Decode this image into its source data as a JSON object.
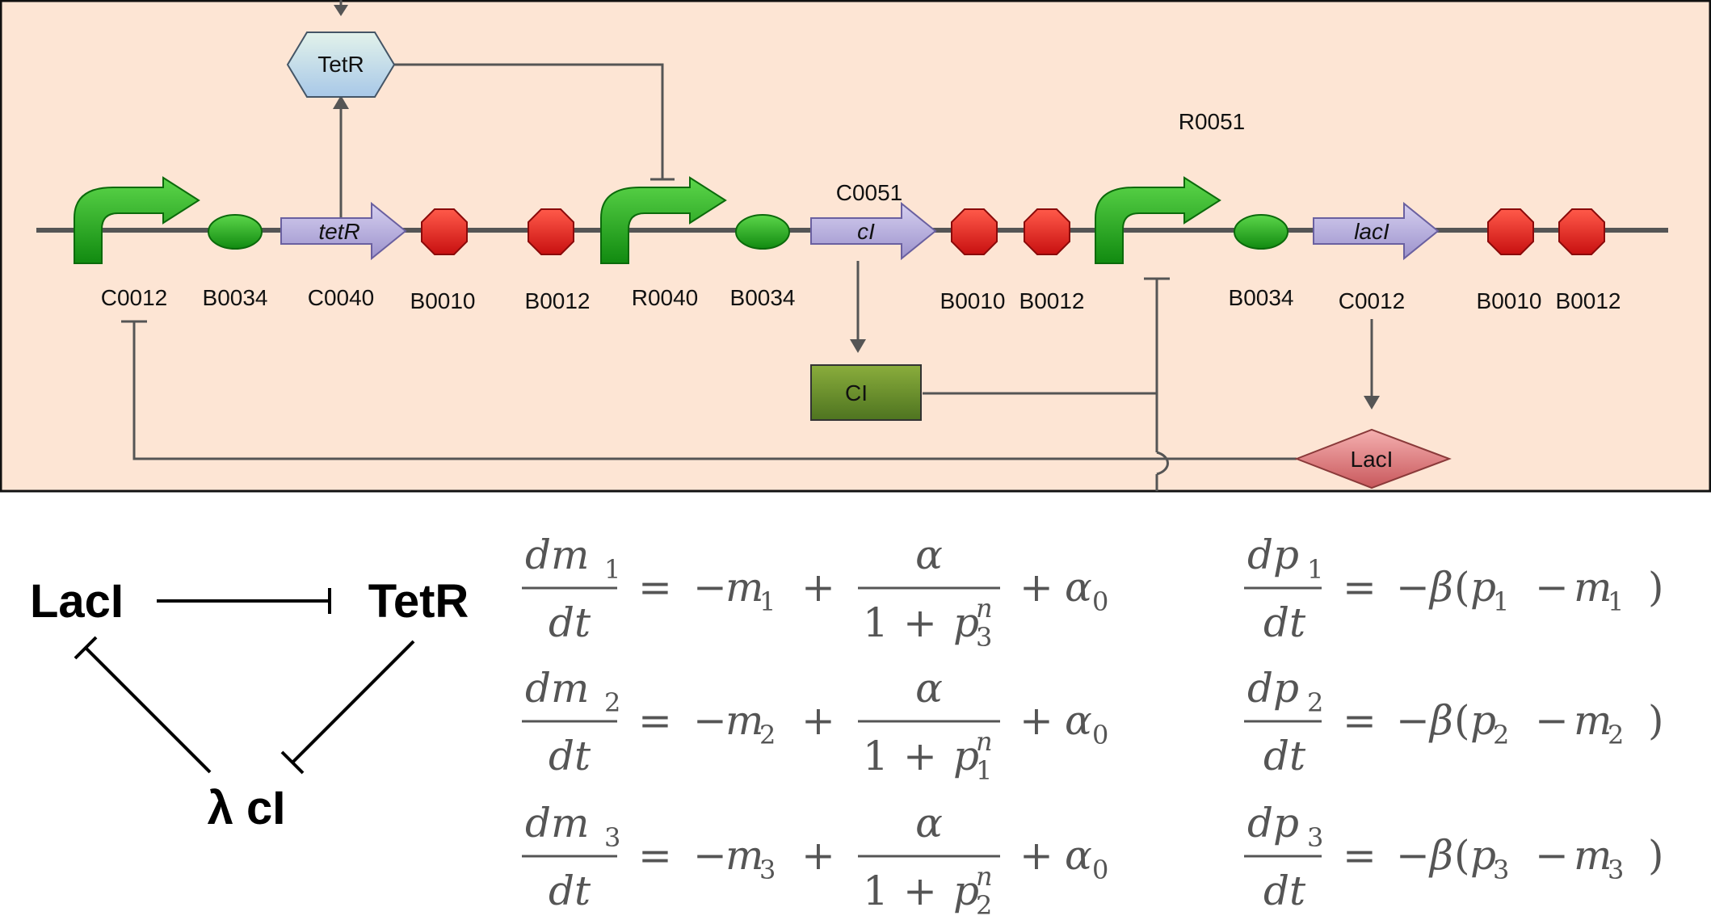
{
  "circuit": {
    "proteins": {
      "tetr": "TetR",
      "ci": "CI",
      "laci": "LacI"
    },
    "genes": {
      "tetr": "tetR",
      "ci": "cI",
      "laci": "lacI"
    },
    "labels_above": {
      "c0051": "C0051",
      "r0051": "R0051"
    },
    "labels_below": [
      "C0012",
      "B0034",
      "C0040",
      "B0010",
      "B0012",
      "R0040",
      "B0034",
      "B0010",
      "B0012",
      "B0034",
      "C0012",
      "B0010",
      "B0012"
    ],
    "colors": {
      "background": "#fde5d4",
      "promoter": "#22a020",
      "rbs": "#22a020",
      "terminator": "#e41e1e",
      "cds": "#b0a8d8"
    }
  },
  "network": {
    "laci": "LacI",
    "tetr": "TetR",
    "ci": "λ cI"
  },
  "equations": {
    "m_rows": [
      {
        "dm": "dm",
        "idx": "1",
        "dt": "dt",
        "rhs_m": "m",
        "rhs_idx": "1",
        "p_idx": "3"
      },
      {
        "dm": "dm",
        "idx": "2",
        "dt": "dt",
        "rhs_m": "m",
        "rhs_idx": "2",
        "p_idx": "1"
      },
      {
        "dm": "dm",
        "idx": "3",
        "dt": "dt",
        "rhs_m": "m",
        "rhs_idx": "3",
        "p_idx": "2"
      }
    ],
    "p_rows": [
      {
        "dp": "dp",
        "idx": "1",
        "dt": "dt",
        "p_idx": "1",
        "m_idx": "1"
      },
      {
        "dp": "dp",
        "idx": "2",
        "dt": "dt",
        "p_idx": "2",
        "m_idx": "2"
      },
      {
        "dp": "dp",
        "idx": "3",
        "dt": "dt",
        "p_idx": "3",
        "m_idx": "3"
      }
    ],
    "symbols": {
      "alpha": "α",
      "alpha0": "α",
      "zero": "0",
      "beta": "β",
      "one": "1",
      "n": "n",
      "equals": "=",
      "plus": "+",
      "minus": "−"
    }
  }
}
